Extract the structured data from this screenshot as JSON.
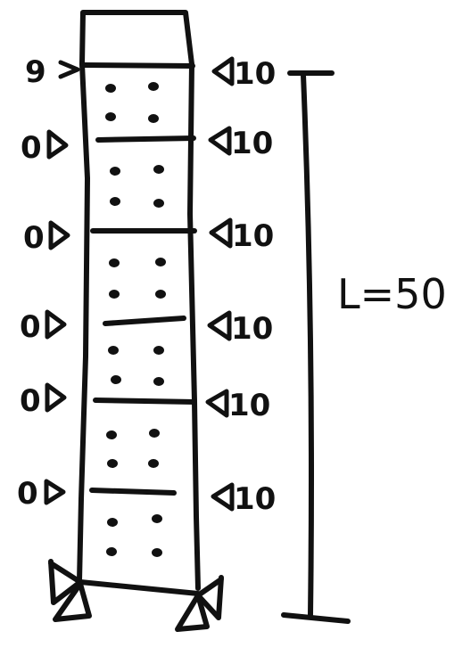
{
  "left_labels": [
    "9",
    "0",
    "0",
    "0",
    "0",
    "0"
  ],
  "right_labels": [
    "10",
    "10",
    "10",
    "10",
    "10",
    "10"
  ],
  "length_label": "L=50"
}
